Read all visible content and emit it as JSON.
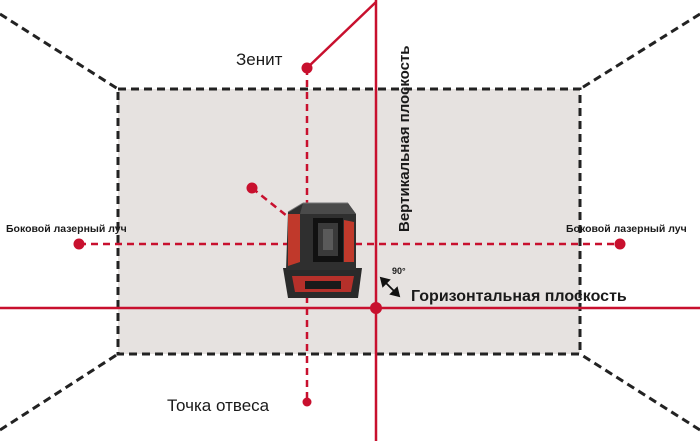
{
  "labels": {
    "zenith": "Зенит",
    "vertical_plane": "Вертикальная плоскость",
    "side_beam_left": "Боковой лазерный луч",
    "side_beam_right": "Боковой лазерный луч",
    "angle": "90°",
    "horizontal_plane": "Горизонтальная плоскость",
    "plumb_point": "Точка отвеса"
  },
  "colors": {
    "laser": "#c8102e",
    "room_edges": "#222222",
    "back_wall": "#e6e2e0",
    "device_body": "#2a2a2a",
    "device_accent": "#b5302a"
  }
}
